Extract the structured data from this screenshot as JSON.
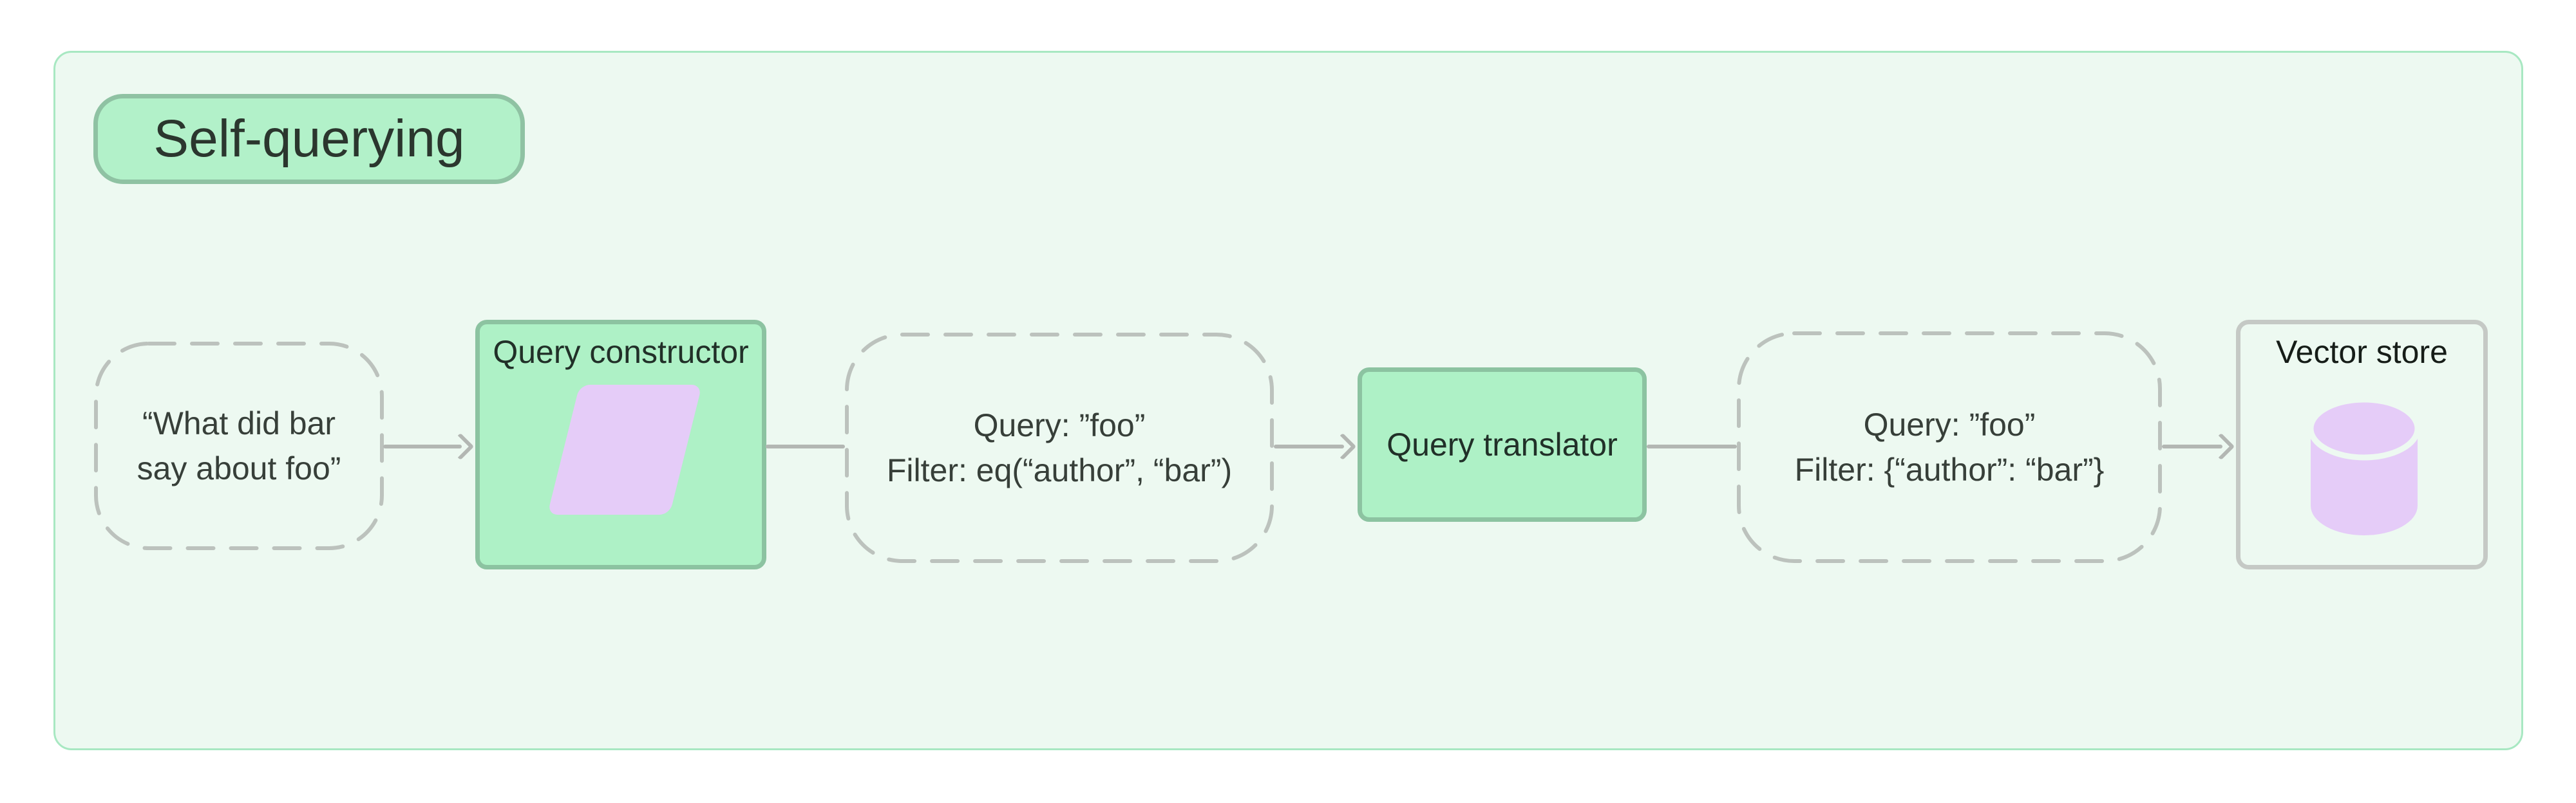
{
  "title_badge": {
    "label": "Self-querying"
  },
  "nodes": {
    "user_query": {
      "type": "dashed",
      "line1": "“What did bar",
      "line2": "say about foo”"
    },
    "query_constructor": {
      "type": "solid-green",
      "label": "Query constructor",
      "icon": "parallelogram-icon"
    },
    "constructed_query": {
      "type": "dashed",
      "line1": "Query: ”foo”",
      "line2": "Filter: eq(“author”, “bar”)"
    },
    "query_translator": {
      "type": "solid-green",
      "label": "Query translator"
    },
    "translated_query": {
      "type": "dashed",
      "line1": "Query: ”foo”",
      "line2": "Filter: {“author”: “bar”}"
    },
    "vector_store": {
      "type": "outlined",
      "label": "Vector store",
      "icon": "database-icon"
    }
  },
  "colors": {
    "canvas_background": "#ffffff",
    "container_fill": "#edf9f1",
    "container_border": "#a8e8c2",
    "badge_fill": "#b2f1c9",
    "badge_border": "#8fc2a3",
    "green_node_fill": "#aef1c6",
    "green_node_border": "#8cc3a1",
    "dashed_border": "#bcc2bd",
    "outlined_node_border": "#c5c9c5",
    "connector_gray": "#b3b7b3",
    "icon_purple": "#e5ccf8",
    "text_dark": "#27302a"
  }
}
